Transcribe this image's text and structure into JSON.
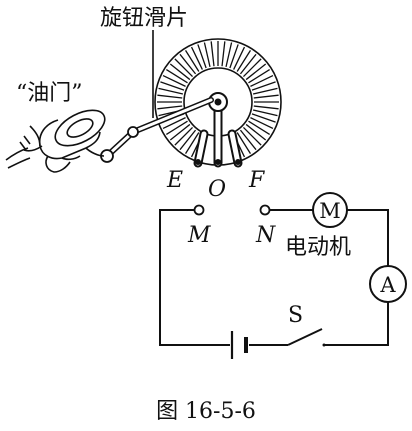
{
  "labels": {
    "knob_slider": "旋钮滑片",
    "throttle": "“油门”",
    "terminal_e": "E",
    "terminal_o": "O",
    "terminal_f": "F",
    "terminal_m": "M",
    "terminal_n": "N",
    "motor_symbol": "M",
    "motor": "电动机",
    "ammeter_symbol": "A",
    "switch": "S",
    "caption": "图 16-5-6"
  }
}
